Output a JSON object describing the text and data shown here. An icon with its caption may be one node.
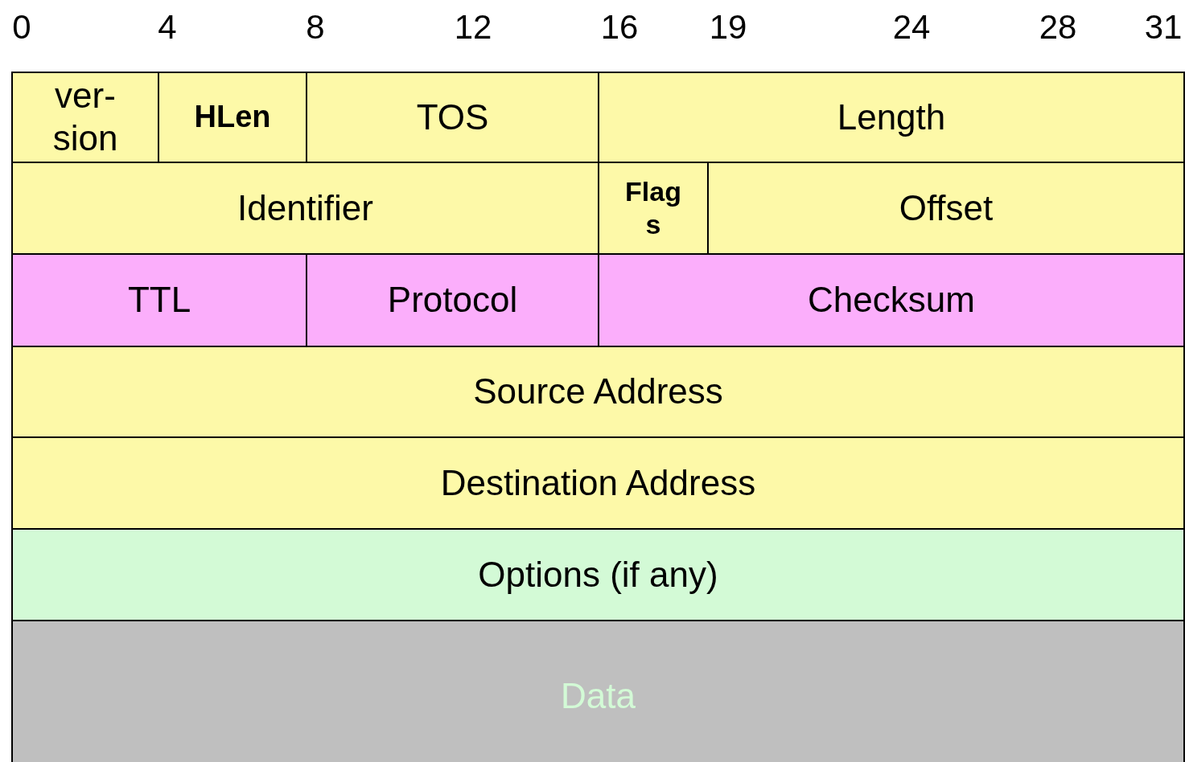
{
  "diagram": {
    "nodes": [
      {
        "text": [
          "ver- sion"
        ]
      },
      {
        "text": [
          "HLen"
        ]
      },
      {
        "text": [
          "TOS"
        ]
      },
      {
        "text": [
          "Length"
        ]
      },
      {
        "text": [
          "Identifier"
        ]
      },
      {
        "text": [
          "Flag s"
        ]
      },
      {
        "text": [
          "Offset"
        ]
      },
      {
        "text": [
          "TTL"
        ]
      },
      {
        "text": [
          "Protocol"
        ]
      },
      {
        "text": [
          "Checksum"
        ]
      },
      {
        "text": [
          "Source Address"
        ]
      },
      {
        "text": [
          "Destination Address"
        ]
      },
      {
        "text": [
          "Options (if any)"
        ]
      },
      {
        "text": [
          "Data"
        ]
      }
    ],
    "edges": [],
    "labels": [
      "0",
      "4",
      "8",
      "12",
      "16",
      "19",
      "24",
      "28",
      "31"
    ]
  }
}
